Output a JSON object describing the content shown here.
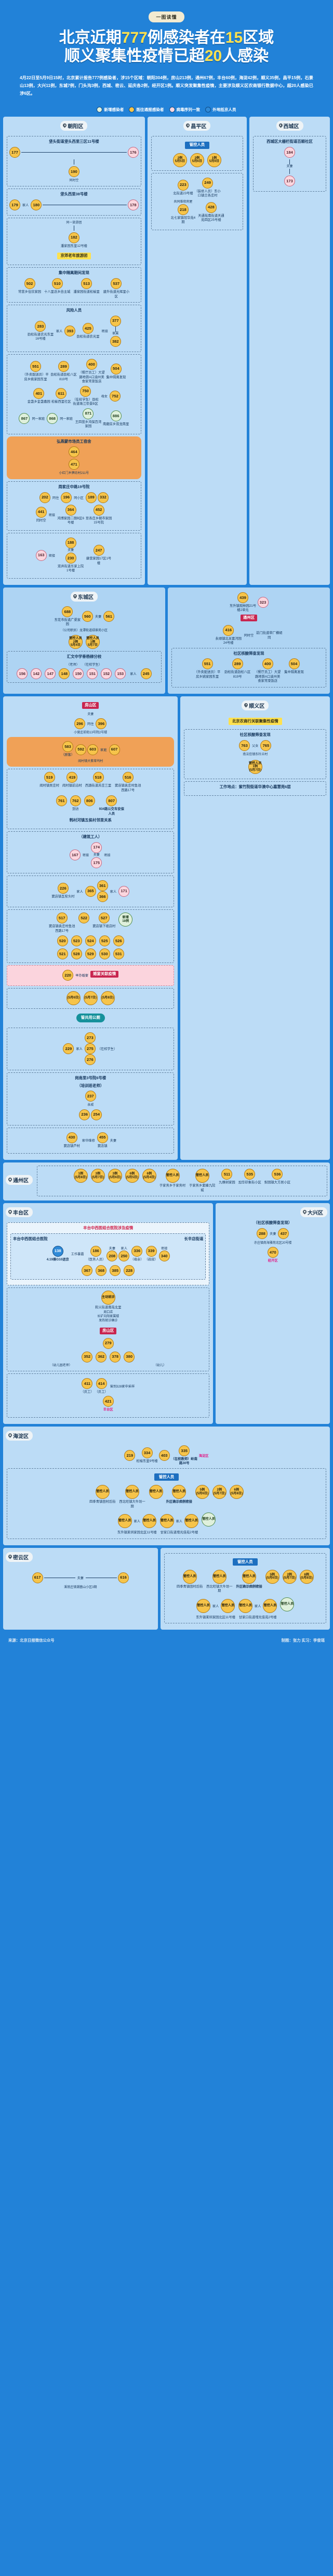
{
  "header": {
    "badge": "一图读懂",
    "title_line1_a": "北京近期",
    "title_line1_num": "777",
    "title_line1_b": "例感染者在",
    "title_line1_num2": "15",
    "title_line1_c": "区域",
    "title_line2_a": "顺义聚集性疫情已超",
    "title_line2_num": "20",
    "title_line2_b": "人感染",
    "intro": "4月22日至5月9日15时，北京累计报告777例感染者，涉15个区域：朝阳304例，房山213例，通州67例，丰台60例，海淀42例，顺义35例，昌平15例，石景山13例，大兴11例，东城7例，门头沟3例，西城、密云、延庆各2例，经开区1例。顺义突发聚集性疫情，主要涉及顺义区农商银行数据中心，超20人感染已涉6区。"
  },
  "legend": [
    {
      "label": "新增感染者",
      "color": "#dff0dc"
    },
    {
      "label": "既往通报感染者",
      "color": "#f6c44a"
    },
    {
      "label": "病毒序列一致",
      "color": "#fbd6de"
    },
    {
      "label": "外地抵京人员",
      "color": "#2f8ad8"
    }
  ],
  "districts": {
    "chaoyang": "朝阳区",
    "changping": "昌平区",
    "xicheng": "西城区",
    "dongcheng": "东城区",
    "fangshan": "房山区",
    "tongzhou": "通州区",
    "haidian": "海淀区",
    "shunyi": "顺义区",
    "fengtai": "丰台区",
    "daxing": "大兴区",
    "shijingshan": "石景山区",
    "mentougou": "门头沟区",
    "miyun": "密云区",
    "yanqing": "延庆区",
    "jingkaiqu": "经开区"
  },
  "chaoyang": {
    "title": "朝阳区",
    "g1": {
      "label": "垡头街道垡头西里三区11号楼",
      "nodes": [
        {
          "id": "177",
          "type": "past"
        },
        {
          "id": "176",
          "type": "seq"
        },
        {
          "id": "190",
          "type": "past"
        }
      ],
      "edge": "同时空"
    },
    "g2": {
      "label": "垡头西里38号楼",
      "nodes": [
        {
          "id": "179",
          "type": "past"
        },
        {
          "id": "180",
          "type": "past"
        },
        {
          "id": "178",
          "type": "seq"
        }
      ],
      "edge_family": "家人"
    },
    "g3": {
      "label": "潘家园东里12号楼",
      "band": "京郊老年旅游团",
      "edge": "同一旅游团",
      "nodes": [
        {
          "id": "182",
          "type": "past"
        }
      ]
    },
    "g4": {
      "label": "社区核酸筛查发现",
      "nodes": [
        {
          "id": "385",
          "type": "past"
        },
        {
          "id": "386",
          "type": "past"
        }
      ],
      "note": "（公司职员）沙河高教园南区有限空间"
    },
    "g5": {
      "label": "集中隔离期间发现",
      "nodes": [
        {
          "id": "502",
          "label": "常营乡住欣家园"
        },
        {
          "id": "510",
          "label": "十八里店乡自主城"
        },
        {
          "id": "513",
          "label": "潘家园街道松榆里"
        },
        {
          "id": "537",
          "label": "建外街道光辉里小区"
        }
      ]
    },
    "g6": {
      "label": "风险人员",
      "pairs": [
        {
          "a": "283",
          "b": "393",
          "edge": "家人",
          "label": "劲松街道农光东里16号楼"
        },
        {
          "a": "425",
          "b": "377",
          "edge": "密接",
          "label": "劲松街道农光里"
        },
        {
          "c": "382",
          "edge2": "家属"
        }
      ]
    },
    "g7": {
      "rows": [
        {
          "nodes": [
            "551",
            "289",
            "400",
            "504"
          ],
          "edge": "同住",
          "labels": [
            "（外卖配送员）平房乡姚家园东里",
            "劲松街道劲松八区819号",
            "（餐厅员工）大望路地铁A口渝州美食家常菜饭店",
            "集中隔离发现"
          ]
        },
        {
          "nodes": [
            "401",
            "611",
            "750",
            "752"
          ],
          "edge": "母女",
          "labels": [
            "金盏乡金盏嘉园",
            "松榆西里社区",
            "（在校学生）劲松街道珠江帝景B区",
            ""
          ]
        },
        {
          "nodes": [
            "867",
            "868",
            "871",
            "886"
          ],
          "edge": "同一家庭",
          "labels": [
            "王四营乡鸿保百湾家园",
            "",
            "",
            "南磨房乡双龙南里"
          ]
        }
      ]
    },
    "misc": [
      {
        "id": "163",
        "type": "seq",
        "edge": "密接"
      },
      {
        "id": "188",
        "type": "past",
        "edge": "夫妻"
      },
      {
        "id": "230",
        "type": "past",
        "label": "双井街道乐家上院1号楼"
      },
      {
        "id": "247",
        "label": "康营家园17区1号楼"
      },
      {
        "id": "464",
        "label": "弘燕蒙市场员工宿舍"
      },
      {
        "id": "471",
        "label": "小红门乡牌坊村211号"
      },
      {
        "id": "332",
        "label": "周家庄中路19号院"
      },
      {
        "id": "202",
        "edge": "同住"
      },
      {
        "id": "196",
        "edge": "同小区"
      },
      {
        "id": "189"
      },
      {
        "id": "441",
        "edge": "同时空"
      },
      {
        "id": "364",
        "label": "鸿博家园二期B区6号楼",
        "edge": "密接"
      },
      {
        "id": "452",
        "label": "豆各庄乡朝市家园15号院"
      }
    ]
  },
  "changping": {
    "title": "昌平区",
    "band": "管控人员",
    "controlled": [
      {
        "count": "2例",
        "date": "5月5日"
      },
      {
        "count": "2例",
        "date": "5月6日"
      },
      {
        "count": "1例",
        "date": "5月9日"
      }
    ],
    "nodes": [
      {
        "id": "223",
        "label": "北街道23号楼",
        "edge": "夫妻"
      },
      {
        "id": "249",
        "label": "（装修人员）东小口镇兰各庄村"
      },
      {
        "id": "218",
        "label": "北七家镇冠华苑4期",
        "edge": "共同维修房屋"
      },
      {
        "id": "428",
        "label": "天通苑南街道天通苑四区25号楼"
      }
    ]
  },
  "xicheng": {
    "title": "西城区",
    "group_label": "西城区大栅栏街道百顺社区",
    "nodes": [
      {
        "id": "184",
        "type": "seq"
      },
      {
        "id": "173",
        "type": "seq"
      }
    ],
    "edge": "夫妻"
  },
  "dongcheng": {
    "title": "东城区",
    "nodes": [
      {
        "id": "688",
        "label": "东花市街道广渠家园"
      },
      {
        "id": "560",
        "edge": "夫妻",
        "label": "（公司职员）龙潭街道绿景苑小区"
      },
      {
        "id": "561"
      }
    ],
    "controlled": [
      {
        "label": "管控人员",
        "count": "2例",
        "date": "5月4日"
      },
      {
        "label": "管控人员",
        "count": "1例",
        "date": "5月7日"
      }
    ],
    "school": {
      "label": "汇文中学垂杨柳分校",
      "teacher": "（老师）",
      "student": "（在校学生）",
      "nodes": [
        "156",
        "142",
        "147",
        "148",
        "150",
        "151",
        "152",
        "153"
      ],
      "family": "家人",
      "extra": "245"
    }
  },
  "tongzhou": {
    "title": "通州区",
    "nodes": [
      {
        "id": "439",
        "label": "东升镇观林园21号楼2单元"
      },
      {
        "id": "323"
      },
      {
        "id": "416",
        "edge": "同时空",
        "label": "永顺镇北关富河园24号楼"
      }
    ],
    "qianmen": "前门街道草厂横胡同",
    "controlled_counts": [
      {
        "count": "1例",
        "date": "(5月8日)"
      },
      {
        "count": "3例",
        "date": "(5月7日)"
      },
      {
        "count": "3例",
        "date": "(5月6日)"
      },
      {
        "count": "6例",
        "date": "(5月5日)"
      },
      {
        "count": "6例",
        "date": "(5月4日)"
      }
    ],
    "controlled_named": [
      {
        "label": "管控人员",
        "place": "于家务乡于家务村"
      },
      {
        "label": "管控人员",
        "place": "于家务乡紫峰九院城"
      }
    ],
    "screened": [
      {
        "id": "511",
        "label": "九棵树家园"
      },
      {
        "id": "535",
        "label": "加华印象街小区"
      },
      {
        "id": "536",
        "label": "梨园镇大方居小区"
      }
    ]
  },
  "haidian": {
    "title": "海淀区",
    "nodes": [
      {
        "id": "219"
      },
      {
        "id": "334",
        "label": "松榆东里9号楼"
      },
      {
        "id": "403"
      },
      {
        "id": "335",
        "label": "（在校教师）岭南路30号"
      }
    ],
    "worksite": "工作地点：紫竹院街道华澳中心嘉慧苑6层",
    "band": "管控人员",
    "controlled": [
      {
        "label": "管控人员",
        "place": "四季青镇田村后街"
      },
      {
        "label": "管控人员",
        "place": "西北旺镇大牛坊一期"
      },
      {
        "label": "管控人员",
        "place": "外区确诊病例密接"
      },
      {
        "label": "管控人员",
        "place": ""
      }
    ],
    "controlled_counts": [
      {
        "count": "5例",
        "date": "(5月6日)"
      },
      {
        "count": "2例",
        "date": "(5月7日)"
      },
      {
        "count": "6例",
        "date": "(5月8日)"
      }
    ],
    "family_pairs": [
      {
        "a": "管控人员",
        "b": "管控人员",
        "edge": "家人",
        "label": "东升镇莱圳家园北区11号楼"
      },
      {
        "a": "管控人员",
        "b": "管控人员",
        "edge": "家人",
        "label": "甘家口街道增光佳苑2号楼"
      },
      {
        "c": "管控人员"
      }
    ]
  },
  "fangshan": {
    "title": "房山区",
    "label": "房山区",
    "pairs": [
      {
        "a": "296",
        "b": "396",
        "edge": "同住",
        "label": "小营庄前街13号院2号楼",
        "top": "夫妻"
      }
    ],
    "village": {
      "orange_label": "阎村镇大紫草坞村",
      "guest": "（顾客）",
      "nodes": [
        "583",
        "592",
        "603",
        "607"
      ],
      "edge": "家庭"
    },
    "rows": [
      {
        "nodes": [
          "519",
          "419",
          "518",
          "516"
        ],
        "labels": [
          "阎村镇吴庄村",
          "阎村镇前沿村",
          "西潞街道苏庄三里",
          "窦店镇袁庄村鱼池西路17号"
        ]
      }
    ],
    "bus": {
      "nodes": [
        "761",
        "762",
        "806",
        "807"
      ],
      "edge": "到访",
      "label": "韩村河镇五侯村邻里关系",
      "note": "934路公交车安保人员"
    },
    "extra": [
      {
        "id": "430",
        "edge": "家中维修",
        "label": "窦店镇芦村"
      },
      {
        "id": "455",
        "edge": "夫妻",
        "label": "窦店镇"
      },
      {
        "id": "464"
      },
      {
        "id": "517",
        "label": "窦店镇袁庄村鱼池西路17号"
      },
      {
        "id": "522"
      },
      {
        "id": "527",
        "label": "窦店镇下坡店村"
      },
      {
        "id": "520"
      },
      {
        "id": "523"
      },
      {
        "id": "524"
      },
      {
        "id": "525"
      },
      {
        "id": "526"
      },
      {
        "id": "521"
      },
      {
        "id": "528"
      },
      {
        "id": "529"
      },
      {
        "id": "530"
      },
      {
        "id": "531"
      }
    ],
    "new_count": {
      "label": "新增",
      "count": "18例"
    },
    "dates": [
      {
        "date": "(5月6日)"
      },
      {
        "date": "(5月7日)"
      },
      {
        "date": "(5月8日)"
      }
    ],
    "wedding": {
      "node": "220",
      "edge": "举办婚宴",
      "band": "婚宴关联疫情"
    },
    "workers": {
      "label": "（建筑工人）",
      "nodes": [
        "174",
        "167",
        "175"
      ],
      "edge1": "密接",
      "edge2": "夫妻",
      "edge3": "密接"
    },
    "waju": {
      "id": "226",
      "edge": "家人",
      "b": "365",
      "label": "窦店镇瓦窑头村"
    },
    "misc2": [
      {
        "id": "361",
        "edge": "家人"
      },
      {
        "id": "366"
      },
      {
        "id": "171"
      }
    ],
    "toilet_band": "管共用公厕",
    "student": {
      "id": "229",
      "edge": "家人",
      "nodes": [
        "273",
        "275",
        "276"
      ],
      "note": "（在校学生）"
    },
    "train": {
      "label": "（培训班老师）",
      "id": "237",
      "edge": "亲戚",
      "nodes": [
        "236",
        "254"
      ],
      "addr": "岗南里3号院6号楼"
    }
  },
  "shunyi": {
    "title": "顺义区",
    "band": "北京农商行关联聚集性疫情",
    "screening": "社区核酸筛查发现",
    "pairs": [
      {
        "a": "763",
        "b": "765",
        "edge": "父女",
        "label": "南法信镇东杜兰村"
      }
    ],
    "controlled": [
      {
        "label": "管控人员",
        "count": "1例",
        "date": "(5月7日)"
      }
    ]
  },
  "fengtai": {
    "title": "丰台区",
    "label": "丰台区",
    "hospital_title": "丰台中西医结合医院涉及疫情",
    "hospital": "丰台中西医结合医院",
    "street": "长辛店街道",
    "nodes": [
      {
        "id": "138",
        "type": "out",
        "label": "4.19乘G10进京",
        "edge": "工作暴露"
      },
      {
        "id": "186",
        "label": "（医务人员）"
      },
      {
        "id": "208",
        "edge": "夫妻"
      },
      {
        "id": "250",
        "edge": "家人"
      },
      {
        "id": "336",
        "label": "（母亲）"
      },
      {
        "id": "339",
        "label": "（叔叔）"
      },
      {
        "id": "340",
        "edge": "密接"
      },
      {
        "id": "367"
      },
      {
        "id": "368"
      },
      {
        "id": "385"
      },
      {
        "id": "228"
      }
    ],
    "selfvisit": {
      "label": "主动就诊",
      "addr": "和义街道南苑北里"
    },
    "zhoukoudian": {
      "lines": [
        "周口店",
        "长矿向阳家属楼",
        "发热就诊确诊"
      ],
      "district": "房山区",
      "node": "279"
    },
    "kinder": {
      "nodes": [
        "352",
        "362",
        "378",
        "380"
      ],
      "teacher": "（幼儿园老师）",
      "child": "（幼儿）"
    },
    "misc": [
      {
        "id": "421"
      },
      {
        "id": "411",
        "label": "（员工）"
      },
      {
        "id": "414",
        "label": "（员工）"
      }
    ],
    "sample_note": "曾到328家中采样"
  },
  "daxing": {
    "title": "大兴区",
    "screening": "（社区核酸筛查发现）",
    "pairs": [
      {
        "a": "288",
        "b": "437",
        "edge": "夫妻"
      }
    ],
    "addr": "亦庄镇南海雅苑北区20号楼",
    "node": "470",
    "district_label": "经开区"
  },
  "miyun": {
    "title": "密云区",
    "pair": {
      "a": "617",
      "b": "616",
      "edge": "夫妻"
    },
    "addr": "溪翁庄镇潮菌山小区3期"
  },
  "common_edges": {
    "family": "家人",
    "couple": "夫妻",
    "close_contact": "密接",
    "same_time_space": "同时空",
    "cohabit": "同住",
    "same_community": "同小区",
    "relatives": "亲戚",
    "coworker": "同事",
    "visit": "到访",
    "same_family": "同一家庭",
    "same_tour": "同一旅游团",
    "repair": "共同维修房屋",
    "colleague": "同事"
  },
  "footer": {
    "source": "来源：北京日报微信公众号",
    "credit": "制图：张力  实习：李俊瑶"
  }
}
